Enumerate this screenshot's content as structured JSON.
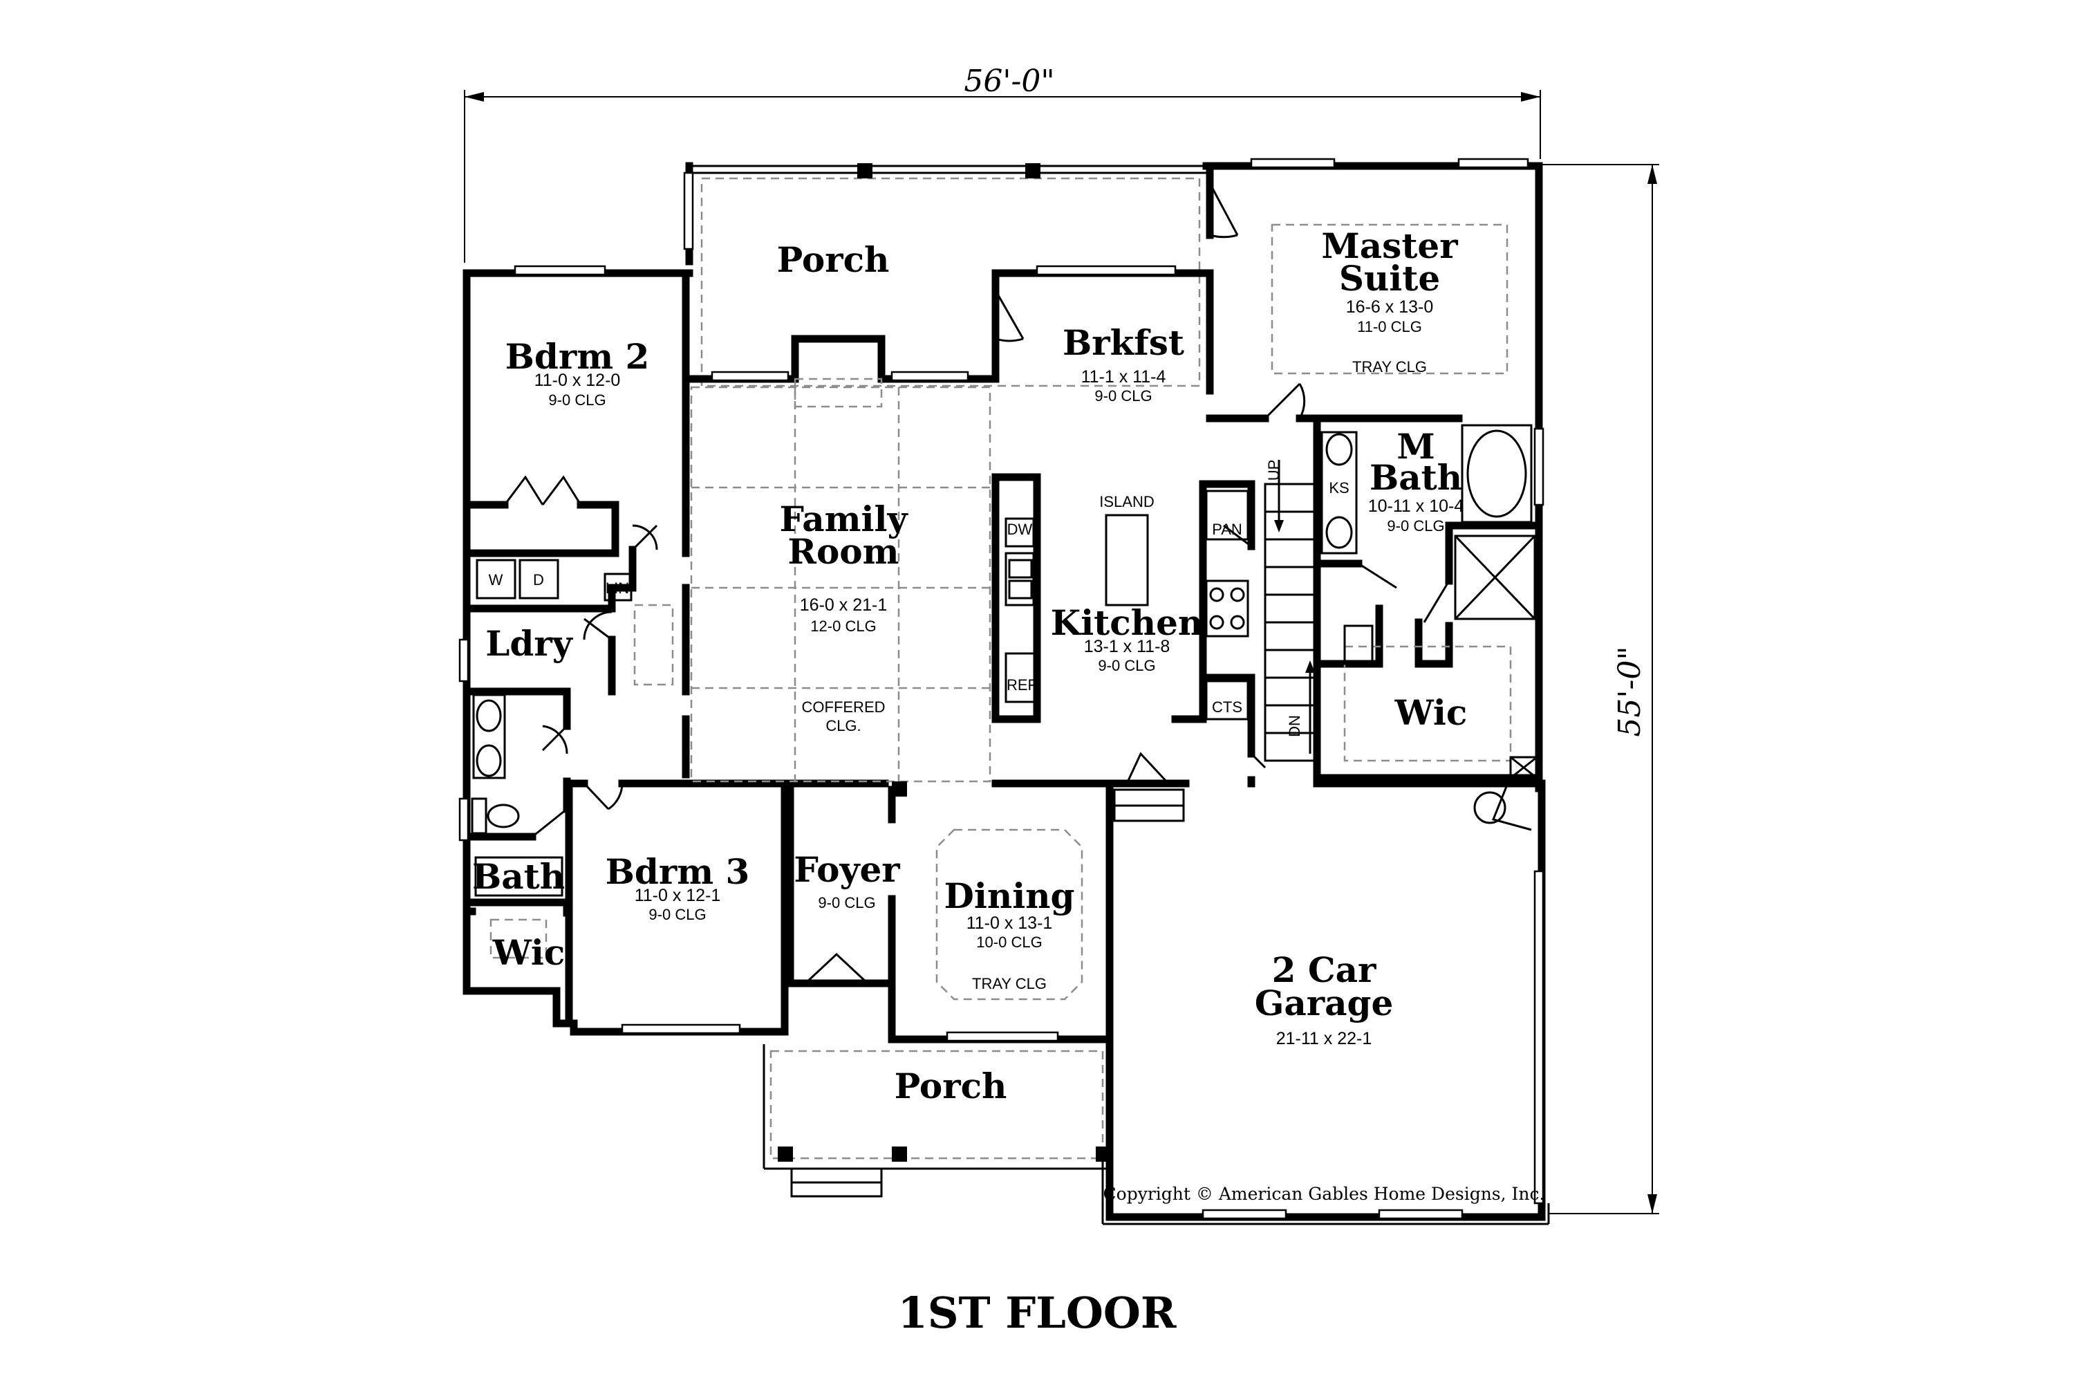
{
  "title": "1ST FLOOR",
  "copyright": "Copyright © American Gables Home Designs, Inc.",
  "dimensions": {
    "width": "56'-0\"",
    "depth": "55'-0\""
  },
  "rooms": {
    "porch_rear": {
      "name": "Porch"
    },
    "master_suite": {
      "name1": "Master",
      "name2": "Suite",
      "size": "16-6 x 13-0",
      "clg": "11-0 CLG",
      "note": "TRAY CLG"
    },
    "bdrm2": {
      "name": "Bdrm 2",
      "size": "11-0 x 12-0",
      "clg": "9-0 CLG"
    },
    "brkfst": {
      "name": "Brkfst",
      "size": "11-1 x 11-4",
      "clg": "9-0 CLG"
    },
    "family": {
      "name1": "Family",
      "name2": "Room",
      "size": "16-0 x 21-1",
      "clg": "12-0 CLG",
      "note1": "COFFERED",
      "note2": "CLG."
    },
    "kitchen": {
      "name": "Kitchen",
      "size": "13-1 x 11-8",
      "clg": "9-0 CLG"
    },
    "m_bath": {
      "name1": "M",
      "name2": "Bath",
      "size": "10-11 x 10-4",
      "clg": "9-0 CLG"
    },
    "ldry": {
      "name": "Ldry"
    },
    "wic_master": {
      "name": "Wic"
    },
    "bath": {
      "name": "Bath"
    },
    "bdrm3": {
      "name": "Bdrm 3",
      "size": "11-0 x 12-1",
      "clg": "9-0 CLG"
    },
    "foyer": {
      "name": "Foyer",
      "clg": "9-0 CLG"
    },
    "dining": {
      "name": "Dining",
      "size": "11-0 x 13-1",
      "clg": "10-0 CLG",
      "note": "TRAY CLG"
    },
    "garage": {
      "name1": "2 Car",
      "name2": "Garage",
      "size": "21-11 x 22-1"
    },
    "porch_front": {
      "name": "Porch"
    },
    "wic_bdrm3": {
      "name": "Wic"
    }
  },
  "fixtures": {
    "island": "ISLAND",
    "dw": "DW",
    "ref": "REF",
    "pan": "PAN",
    "cts": "CTS",
    "up": "UP",
    "dn": "DN",
    "ks": "KS",
    "lin": "LIN",
    "washer": "W",
    "dryer": "D"
  }
}
